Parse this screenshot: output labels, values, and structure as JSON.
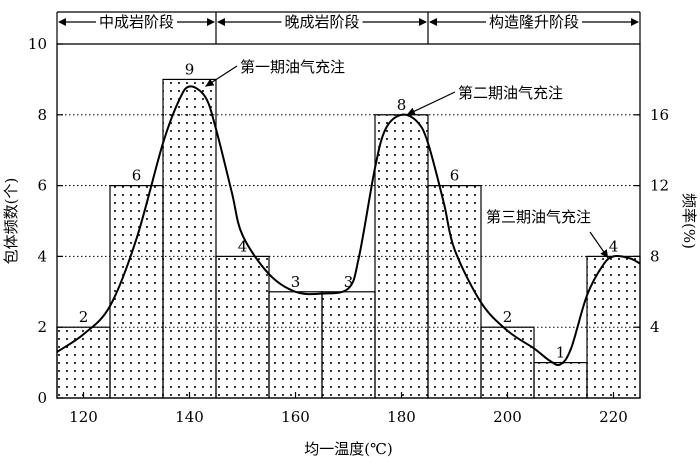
{
  "chart_data": {
    "type": "bar",
    "categories": [
      "120",
      "130",
      "140",
      "150",
      "160",
      "170",
      "180",
      "190",
      "200",
      "210",
      "220"
    ],
    "values": [
      2,
      6,
      9,
      4,
      3,
      3,
      8,
      6,
      2,
      1,
      4
    ],
    "xlabel": "均一温度(℃)",
    "ylabel": "包体频数(个)",
    "y2label": "频率(%)",
    "xlim": [
      115,
      225
    ],
    "ylim": [
      0,
      10
    ],
    "y2lim": [
      0,
      20
    ],
    "xticks": [
      "120",
      "140",
      "160",
      "180",
      "200",
      "220"
    ],
    "yticks": [
      "0",
      "2",
      "4",
      "6",
      "8",
      "10"
    ],
    "y2ticks": [
      "4",
      "8",
      "12",
      "16"
    ],
    "gridlines_y": [
      2,
      4,
      6,
      8
    ],
    "stages": [
      {
        "label": "中成岩阶段",
        "x_start": 115,
        "x_end": 145
      },
      {
        "label": "晚成岩阶段",
        "x_start": 145,
        "x_end": 185
      },
      {
        "label": "构造隆升阶段",
        "x_start": 185,
        "x_end": 225
      }
    ],
    "curve": {
      "x": [
        115,
        120,
        125,
        130,
        135,
        138,
        140,
        143,
        145,
        148,
        150,
        155,
        160,
        165,
        170,
        172,
        175,
        177,
        180,
        183,
        185,
        188,
        190,
        195,
        200,
        205,
        208,
        210,
        212,
        215,
        218,
        220,
        223,
        225
      ],
      "y": [
        1.3,
        1.8,
        2.6,
        4.5,
        7.2,
        8.4,
        8.8,
        8.5,
        7.6,
        5.8,
        4.6,
        3.5,
        3.0,
        2.95,
        3.1,
        4.0,
        6.5,
        7.6,
        8.0,
        7.8,
        7.2,
        5.5,
        4.2,
        2.7,
        1.9,
        1.4,
        1.05,
        0.95,
        1.4,
        2.9,
        3.75,
        4.0,
        3.95,
        3.8
      ]
    },
    "annotations": [
      {
        "text": "第一期油气充注",
        "x": 143,
        "y": 8.8
      },
      {
        "text": "第二期油气充注",
        "x": 181,
        "y": 8.0
      },
      {
        "text": "第三期油气充注",
        "x": 219,
        "y": 3.95
      }
    ]
  }
}
